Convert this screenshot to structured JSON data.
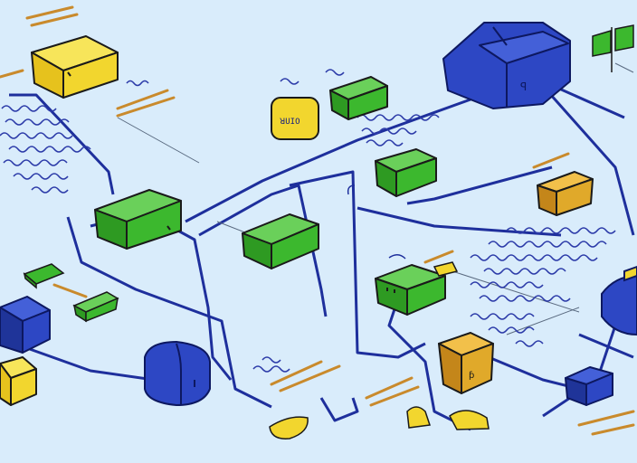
{
  "diagram": {
    "colors": {
      "background": "#d9ecfb",
      "connector": "#1e2f9c",
      "yellow": "#f2d62e",
      "green": "#3cb82e",
      "blue": "#2d47c4",
      "ochre": "#e0a92a",
      "annotation": "#c98a2c"
    },
    "nodes": [
      {
        "id": "yellow-crate-top-left",
        "color": "yellow"
      },
      {
        "id": "green-crate-left",
        "color": "green"
      },
      {
        "id": "green-crate-center",
        "color": "green"
      },
      {
        "id": "green-crate-upper-mid",
        "color": "green"
      },
      {
        "id": "green-crate-upper-right",
        "color": "green"
      },
      {
        "id": "green-crate-lower-center",
        "color": "green"
      },
      {
        "id": "blue-server-top-right",
        "color": "blue"
      },
      {
        "id": "blue-cylinder-bottom-left",
        "color": "blue"
      },
      {
        "id": "blue-cube-left",
        "color": "blue"
      },
      {
        "id": "blue-cube-bottom-right",
        "color": "blue"
      },
      {
        "id": "ochre-crate-right",
        "color": "ochre"
      },
      {
        "id": "ochre-crate-bottom",
        "color": "ochre"
      }
    ],
    "node_labels": {
      "yellow_tag": "ꓤUIO"
    },
    "icons": [
      "flag-icon",
      "cloud-icon"
    ]
  }
}
